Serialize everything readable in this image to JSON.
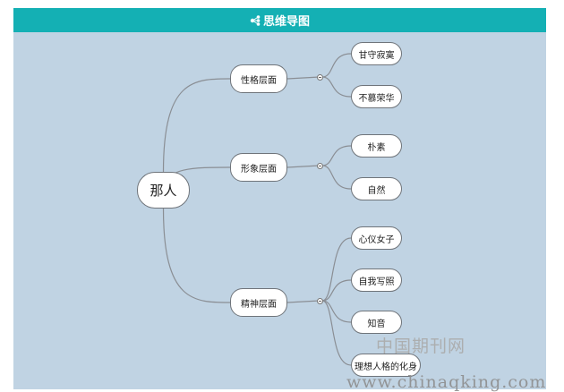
{
  "header": {
    "title": "思维导图",
    "icon": "mindmap-icon"
  },
  "mindmap": {
    "root": "那人",
    "branches": [
      {
        "label": "性格层面",
        "children": [
          "甘守寂寞",
          "不慕荣华"
        ]
      },
      {
        "label": "形象层面",
        "children": [
          "朴素",
          "自然"
        ]
      },
      {
        "label": "精神层面",
        "children": [
          "心仪女子",
          "自我写照",
          "知音",
          "理想人格的化身"
        ]
      }
    ]
  },
  "watermark": {
    "cn": "中国期刊网",
    "url": "www.chinaqking.com"
  },
  "colors": {
    "header": "#14b0b4",
    "canvas": "#c0d3e3",
    "line": "#8a8e94",
    "node_border": "#6f747a"
  }
}
